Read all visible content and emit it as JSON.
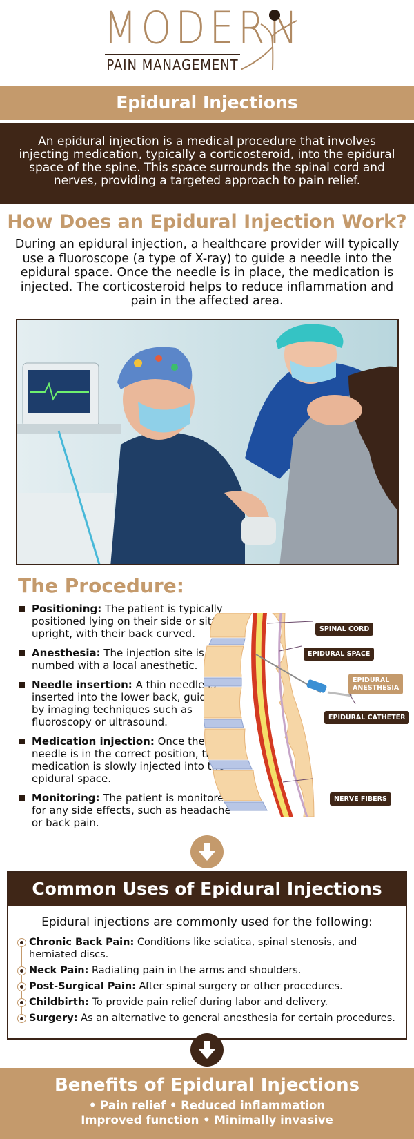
{
  "logo": {
    "line1": "MODERN",
    "line2": "PAIN MANAGEMENT"
  },
  "title": "Epidural Injections",
  "intro": "An epidural injection is a medical procedure that involves injecting medication, typically a corticosteroid, into the epidural space of the spine. This space surrounds the spinal cord and nerves, providing a targeted approach to pain relief.",
  "how": {
    "heading": "How Does an Epidural Injection Work?",
    "text": "During an epidural injection, a healthcare provider will typically use a fluoroscope (a type of X-ray) to guide a needle into the epidural space. Once the needle is in place, the medication is injected. The corticosteroid helps to reduce inflammation and pain in the affected area."
  },
  "procedure": {
    "heading": "The Procedure:",
    "steps": [
      {
        "term": "Positioning:",
        "text": " The patient is typically positioned lying on their side or sitting upright, with their back curved."
      },
      {
        "term": "Anesthesia:",
        "text": " The injection site is numbed with a local anesthetic."
      },
      {
        "term": "Needle insertion:",
        "text": " A thin needle is  inserted into the lower back, guided by imaging techniques such as fluoroscopy or ultrasound."
      },
      {
        "term": "Medication injection:",
        "text": " Once the needle is in the correct position, the medication is slowly injected into the epidural space."
      },
      {
        "term": "Monitoring:",
        "text": " The patient is monitored for any side effects, such as headache or back pain."
      }
    ],
    "labels": {
      "spinal_cord": "SPINAL CORD",
      "epidural_space": "EPIDURAL SPACE",
      "epidural_anesthesia_1": "EPIDURAL",
      "epidural_anesthesia_2": "ANESTHESIA",
      "epidural_catheter": "EPIDURAL CATHETER",
      "nerve_fibers": "NERVE FIBERS"
    }
  },
  "uses": {
    "heading": "Common Uses of Epidural Injections",
    "lead": "Epidural injections are commonly used for the following:",
    "items": [
      {
        "term": "Chronic Back Pain:",
        "text": " Conditions like sciatica, spinal stenosis, and herniated discs."
      },
      {
        "term": "Neck Pain:",
        "text": " Radiating pain in the arms and shoulders."
      },
      {
        "term": "Post-Surgical Pain:",
        "text": " After spinal surgery or other procedures."
      },
      {
        "term": "Childbirth:",
        "text": " To provide pain relief during labor and delivery."
      },
      {
        "term": "Surgery:",
        "text": " As an alternative to general anesthesia for certain procedures."
      }
    ]
  },
  "benefits": {
    "heading": "Benefits of Epidural Injections",
    "row1": "• Pain relief    • Reduced inflammation",
    "row2": "Improved function    • Minimally invasive"
  },
  "colors": {
    "tan": "#c49a6c",
    "brown": "#3f2617"
  }
}
